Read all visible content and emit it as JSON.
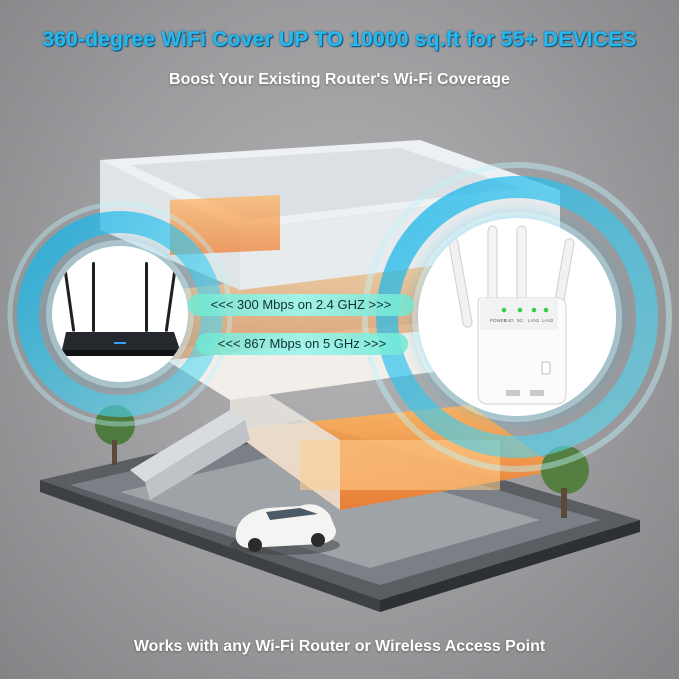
{
  "headline": "360-degree WiFi Cover UP TO 10000 sq.ft for 55+ DEVICES",
  "subheadline": "Boost Your Existing Router's Wi-Fi Coverage",
  "speeds": {
    "band_24": "<<< 300 Mbps on 2.4 GHZ >>>",
    "band_5": "<<< 867 Mbps on 5 GHz >>>"
  },
  "extender_labels": {
    "power": "POWER",
    "two_g": "2.4G",
    "wifi": "5G",
    "lan1": "LAN1",
    "lan2": "LAN2"
  },
  "footer": "Works with any Wi-Fi Router or Wireless Access Point",
  "colors": {
    "headline": "#27b8f0",
    "accent_ring": "#19b5e6",
    "speed_pill": "#8ef0e0",
    "text_white": "#ffffff"
  },
  "icons": [
    "router-image",
    "wifi-extender-image",
    "house-image",
    "car-image",
    "tree-image"
  ]
}
